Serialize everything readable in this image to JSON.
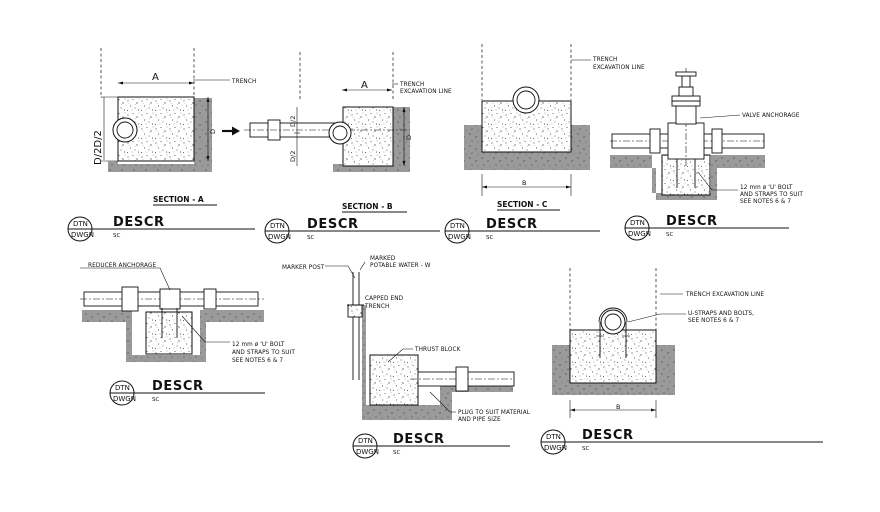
{
  "labels": {
    "trench": "TRENCH",
    "trench_excavation_line_1": "TRENCH",
    "trench_excavation_line_2": "EXCAVATION LINE",
    "trench_excavation_line_b1": "TRENCH",
    "trench_excavation_line_b2": "EXCAVATION LINE",
    "valve_anchorage": "VALVE ANCHORAGE",
    "bolt_1": "12 mm ø 'U' BOLT",
    "bolt_2": "AND STRAPS TO SUIT",
    "bolt_3": "SEE NOTES 6 & 7",
    "reducer_anchorage": "REDUCER ANCHORAGE",
    "bolt_r1": "12 mm ø 'U' BOLT",
    "bolt_r2": "AND STRAPS TO SUIT",
    "bolt_r3": "SEE NOTES 6 & 7",
    "marker_post": "MARKER POST",
    "marked_1": "MARKED",
    "marked_2": "POTABLE WATER - W",
    "capped_1": "CAPPED END",
    "capped_2": "TRENCH",
    "thrust_block": "THRUST BLOCK",
    "plug_1": "PLUG TO SUIT MATERIAL",
    "plug_2": "AND PIPE SIZE",
    "trench_excavation_line": "TRENCH EXCAVATION LINE",
    "ustraps_1": "U-STRAPS AND BOLTS,",
    "ustraps_2": "SEE NOTES 6 & 7"
  },
  "dims": {
    "a": "A",
    "b": "B",
    "d": "D",
    "d2": "D/2",
    "d2d2": "D/2D/2"
  },
  "sections": {
    "a": "SECTION - A",
    "b": "SECTION - B",
    "c": "SECTION - C"
  },
  "title_blocks": [
    {
      "dtn": "DTN",
      "dwgn": "DWGN",
      "descr": "DESCR",
      "sc": "SC"
    },
    {
      "dtn": "DTN",
      "dwgn": "DWGN",
      "descr": "DESCR",
      "sc": "SC"
    },
    {
      "dtn": "DTN",
      "dwgn": "DWGN",
      "descr": "DESCR",
      "sc": "SC"
    },
    {
      "dtn": "DTN",
      "dwgn": "DWGN",
      "descr": "DESCR",
      "sc": "SC"
    },
    {
      "dtn": "DTN",
      "dwgn": "DWGN",
      "descr": "DESCR",
      "sc": "SC"
    },
    {
      "dtn": "DTN",
      "dwgn": "DWGN",
      "descr": "DESCR",
      "sc": "SC"
    },
    {
      "dtn": "DTN",
      "dwgn": "DWGN",
      "descr": "DESCR",
      "sc": "SC"
    }
  ]
}
